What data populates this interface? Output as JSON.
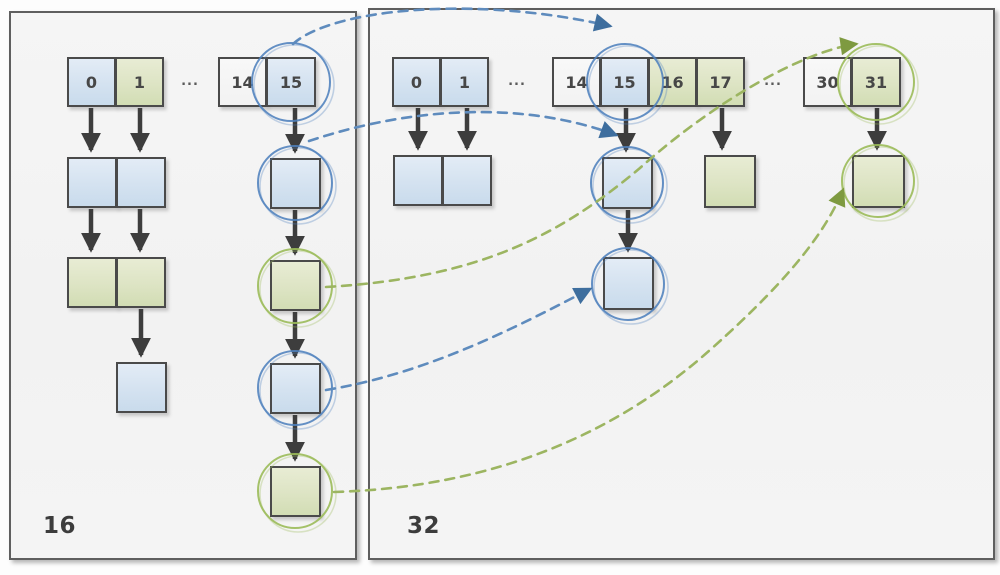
{
  "diagram": {
    "title_semantics": "hash table resize from 16 to 32 buckets",
    "left_panel": {
      "label": "16",
      "cells": {
        "c0": "0",
        "c1": "1",
        "dots": "...",
        "c14": "14",
        "c15": "15"
      }
    },
    "right_panel": {
      "label": "32",
      "cells": {
        "c0": "0",
        "c1": "1",
        "dots1": "...",
        "c14": "14",
        "c15": "15",
        "c16": "16",
        "c17": "17",
        "dots2": "...",
        "c30": "30",
        "c31": "31"
      }
    },
    "colors": {
      "bucket_blue": "#d4e2f0",
      "bucket_green": "#dde4c4",
      "bucket_white": "#f6f6f6",
      "solid_arrow": "#3d3d3d",
      "dashed_blue": "#5e8bbd",
      "dashed_green": "#9cb561",
      "panel_border": "#5f5f5f"
    }
  }
}
